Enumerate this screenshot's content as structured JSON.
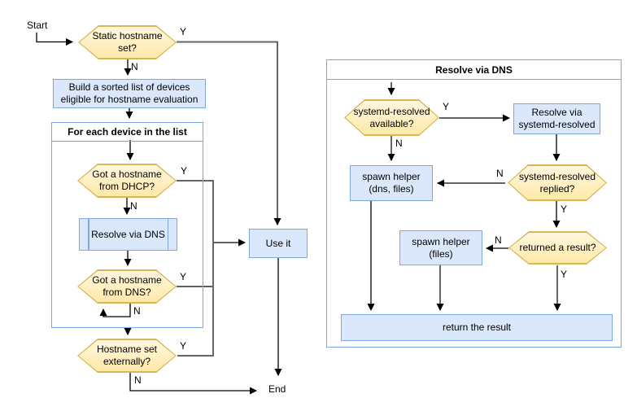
{
  "diagram": {
    "labels": {
      "start": "Start",
      "end": "End",
      "yes": "Y",
      "no": "N"
    },
    "colors": {
      "hex_border": "#D6B656",
      "hex_fill_top": "#FFF6DF",
      "hex_fill_bottom": "#FFE9A9",
      "box_fill": "#DBE8FC",
      "box_border": "#7EA6E0",
      "container_border": "#7EA6E0",
      "edge_black": "#000000",
      "edge_gray": "#666666"
    },
    "left": {
      "static_q": "Static hostname\nset?",
      "build_list": "Build a sorted list of devices\neligible for hostname evaluation",
      "loop_title": "For each device in the list",
      "dhcp_q": "Got a hostname\nfrom DHCP?",
      "resolve_sub": "Resolve via DNS",
      "dns_q": "Got a hostname\nfrom DNS?",
      "external_q": "Hostname set\nexternally?",
      "use_it": "Use it"
    },
    "right": {
      "title": "Resolve via DNS",
      "available_q": "systemd-resolved\navailable?",
      "resolve_systemd": "Resolve via\nsystemd-resolved",
      "spawn_dns_files": "spawn helper\n(dns, files)",
      "replied_q": "systemd-resolved\nreplied?",
      "returned_q": "returned a result?",
      "spawn_files": "spawn helper\n(files)",
      "return_result": "return the result"
    }
  }
}
